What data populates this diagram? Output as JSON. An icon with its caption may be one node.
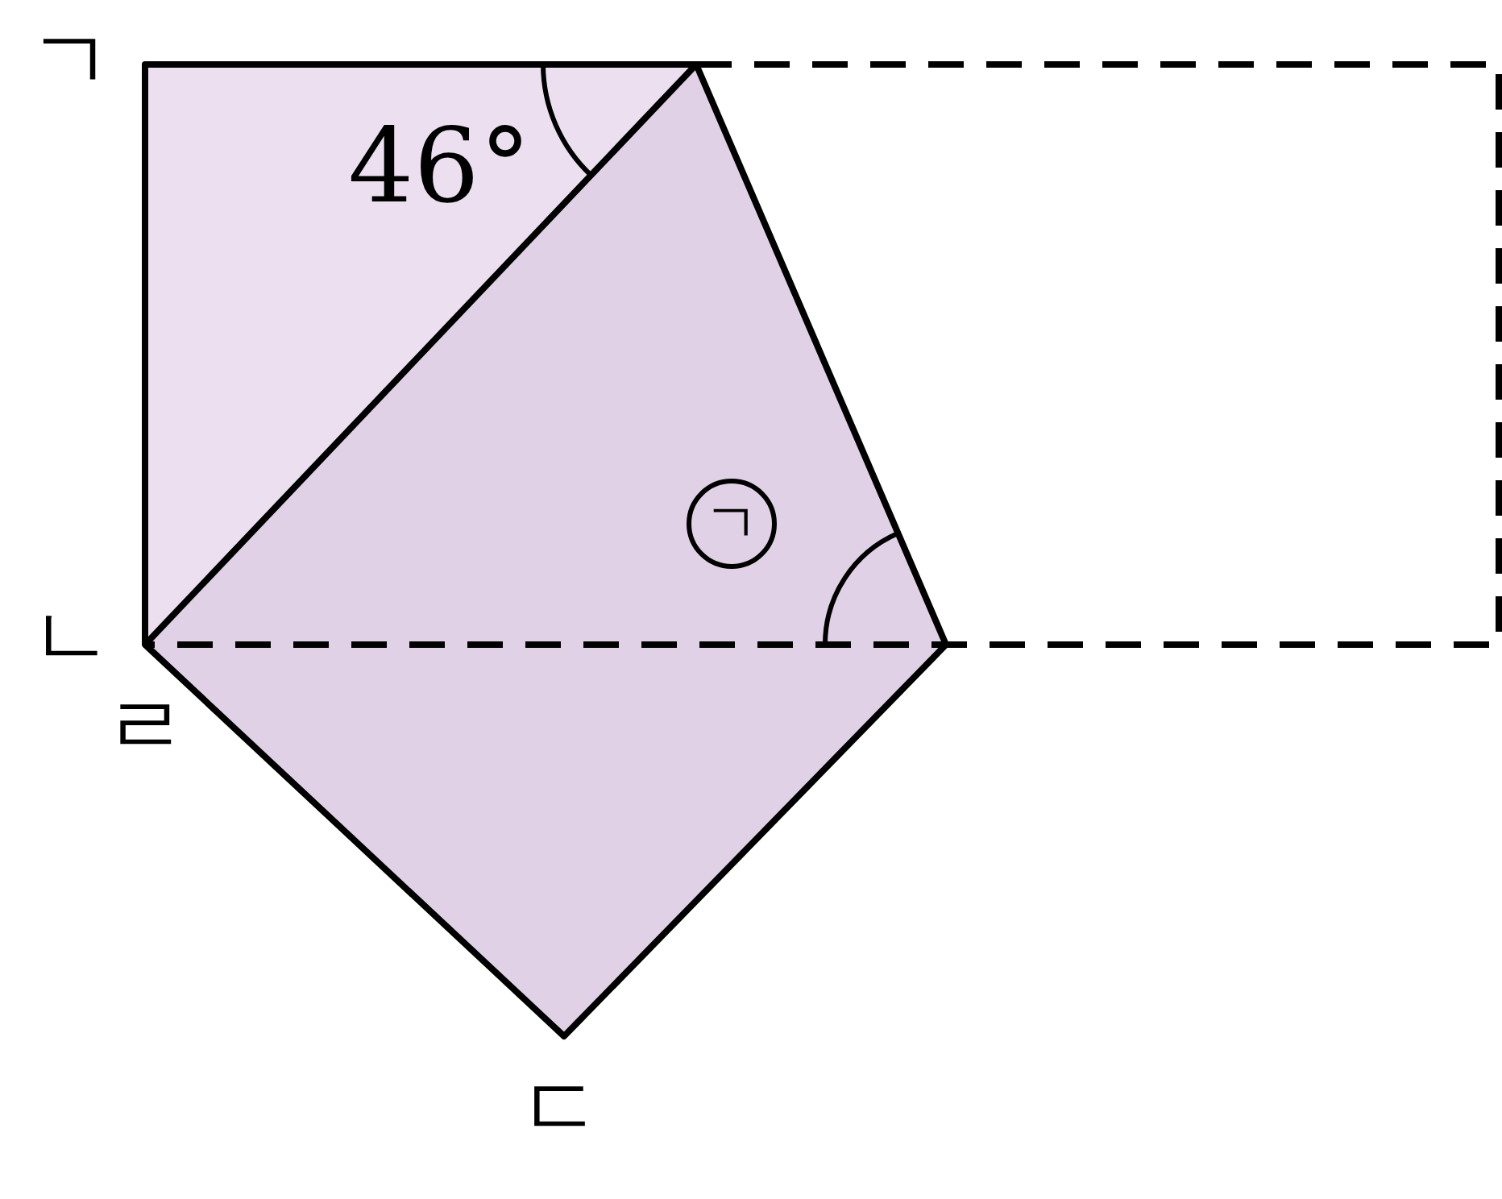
{
  "diagram": {
    "labels": [
      "ㄱ",
      "46°",
      "ㄱ",
      "ㄴ",
      "ㄹ",
      "ㄷ"
    ]
  }
}
